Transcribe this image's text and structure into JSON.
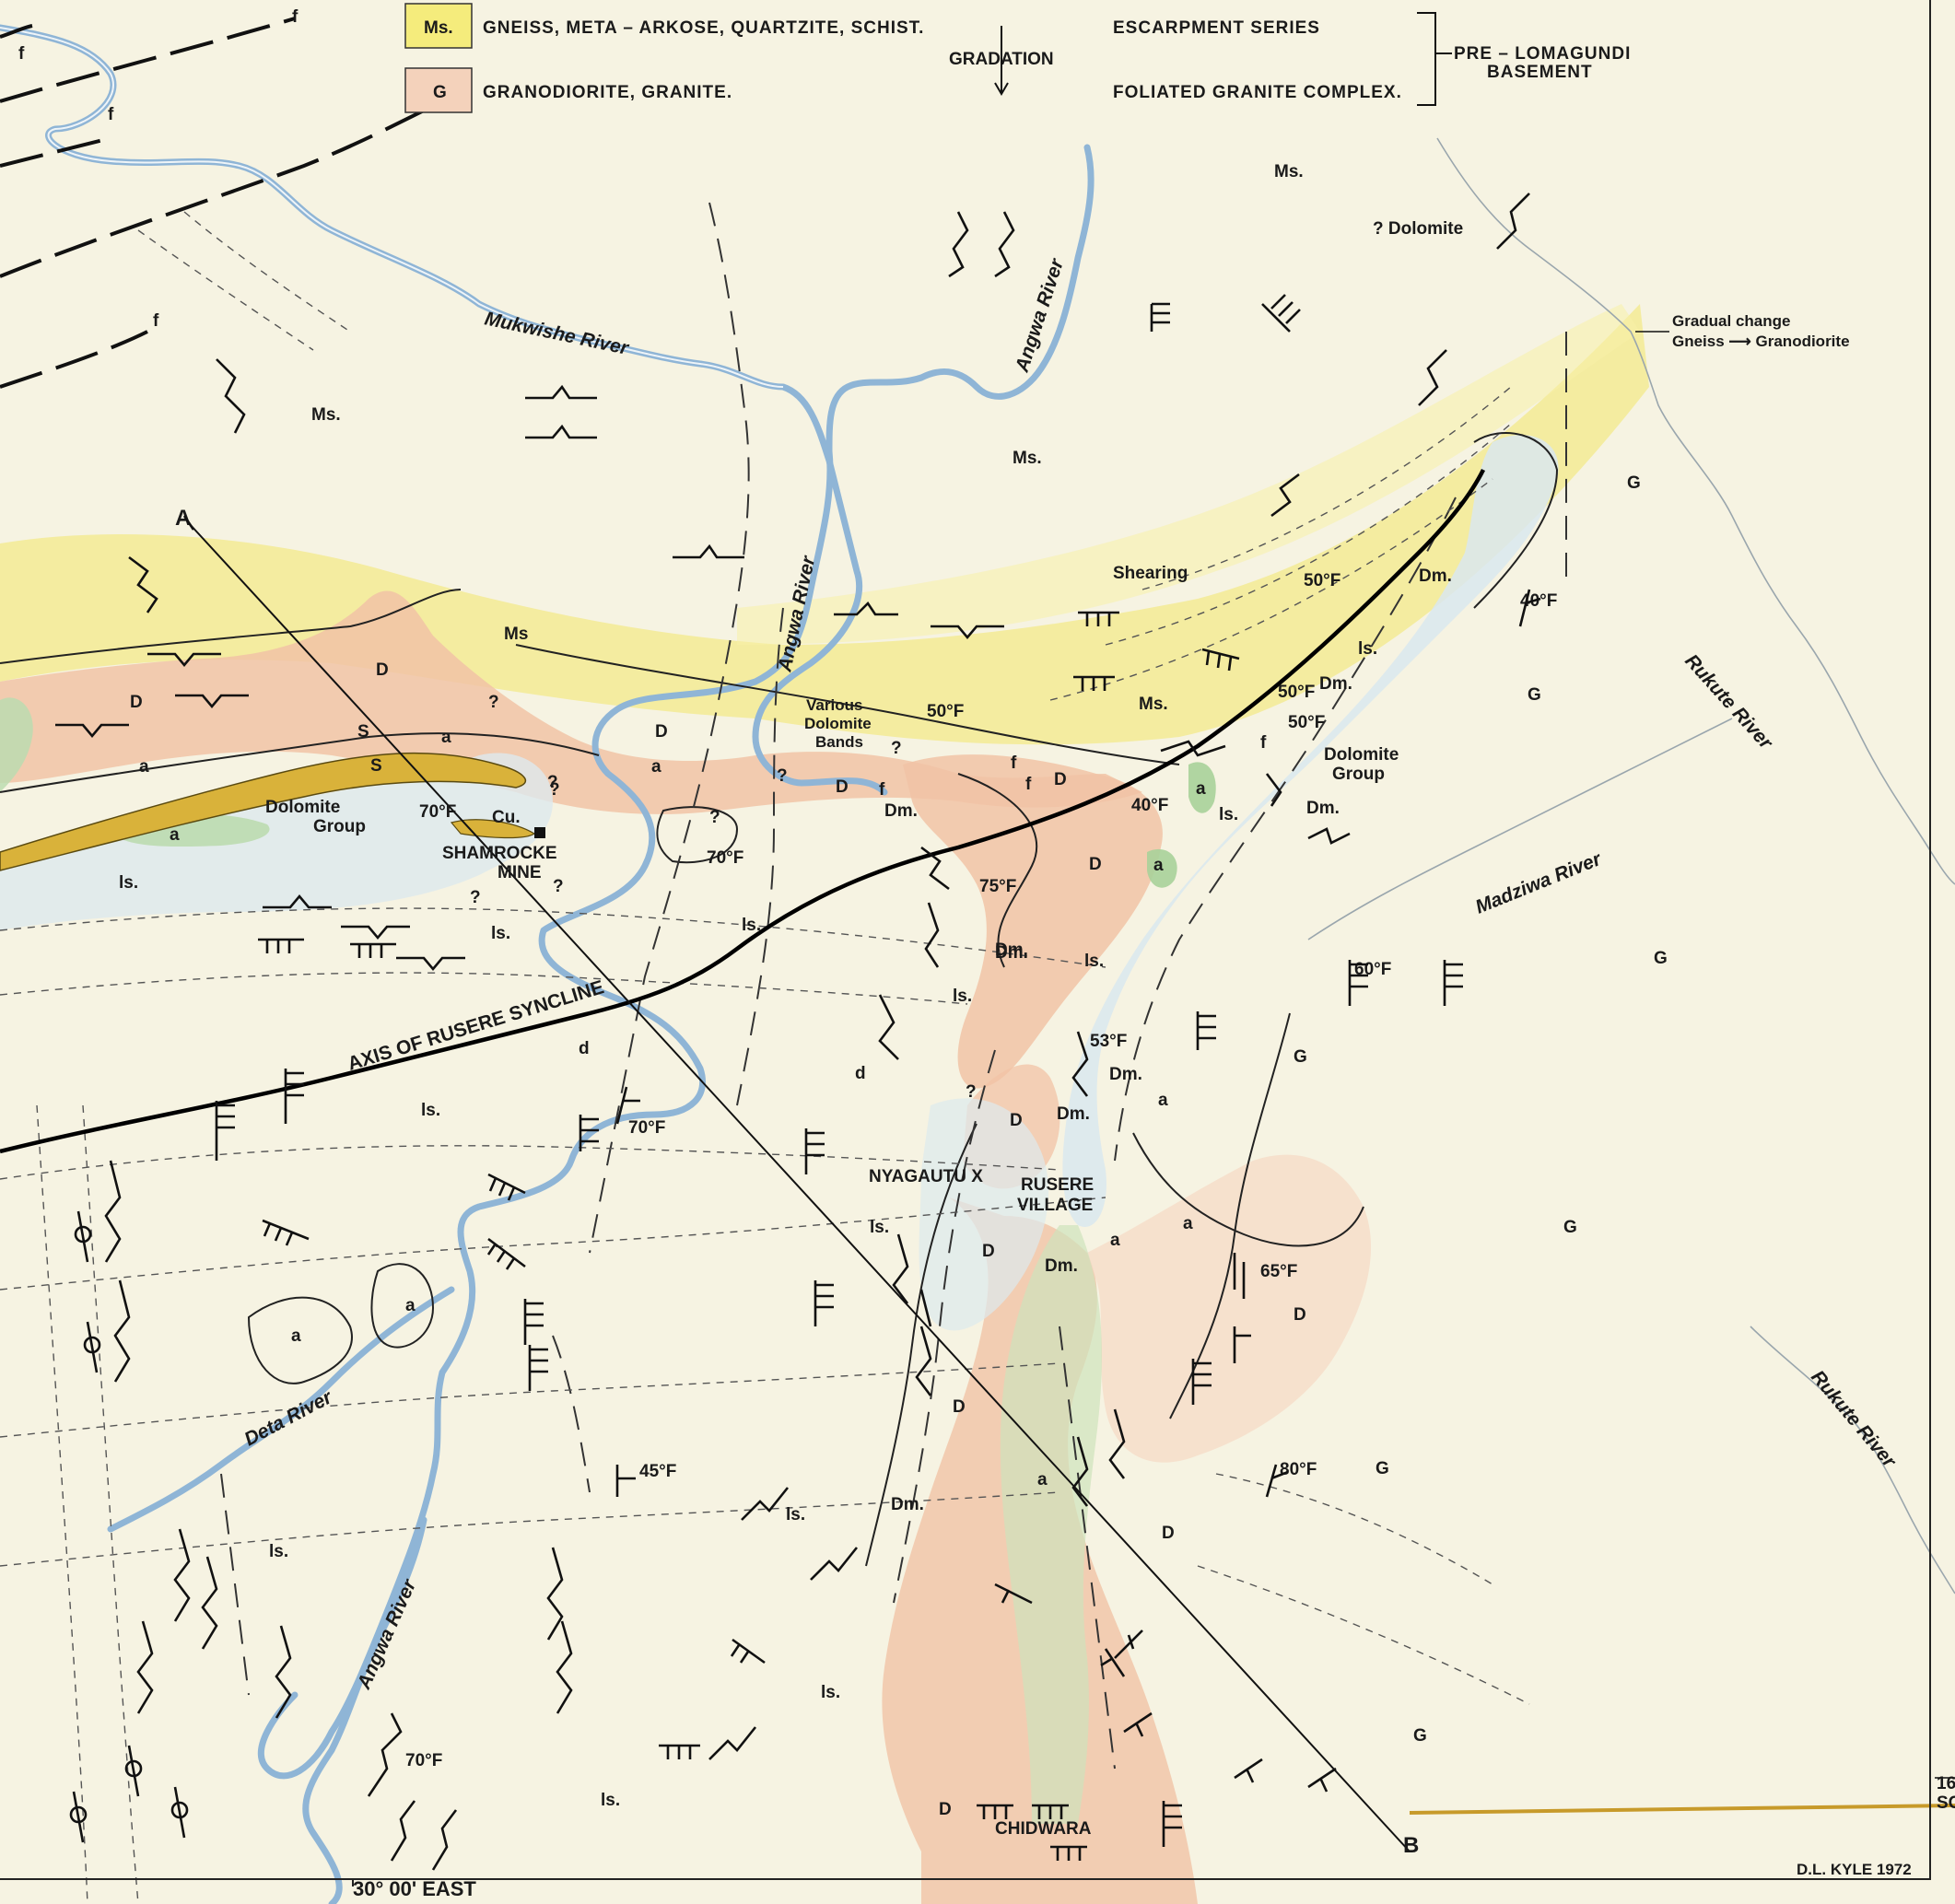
{
  "legend": {
    "items": [
      {
        "code": "Ms.",
        "color": "#f5ec7c",
        "text": "GNEISS, META – ARKOSE, QUARTZITE, SCHIST.",
        "series": "ESCARPMENT SERIES"
      },
      {
        "code": "G",
        "color": "#f4d2bb",
        "text": "GRANODIORITE, GRANITE.",
        "series": "FOLIATED GRANITE COMPLEX."
      }
    ],
    "gradation": "GRADATION",
    "basement_line1": "PRE – LOMAGUNDI",
    "basement_line2": "BASEMENT"
  },
  "colors": {
    "paper": "#f6f3e2",
    "gneiss": "#f3ea8a",
    "granodiorite": "#f1c3a6",
    "dolomite": "#d9e8ef",
    "amphibolite": "#bcdcb0",
    "river": "#8fb5d6"
  },
  "rivers": {
    "mukwishe": "Mukwishe River",
    "angwa_north": "Angwa River",
    "angwa_mid": "Angwa River",
    "angwa_south": "Angwa River",
    "deta": "Deta River",
    "rukute_1": "Rukute River",
    "rukute_2": "Rukute River",
    "madziwa": "Madziwa River"
  },
  "places": {
    "shamrocke_1": "SHAMROCKE",
    "shamrocke_2": "MINE",
    "nyagautu": "NYAGAUTU X",
    "rusere_1": "RUSERE",
    "rusere_2": "VILLAGE",
    "chidwara": "CHIDWARA",
    "cu": "Cu."
  },
  "annotations": {
    "axis": "AXIS  OF  RUSERE  SYNCLINE",
    "shearing": "Shearing",
    "dolomite_q": "? Dolomite",
    "gradual_1": "Gradual  change",
    "gradual_2": "Gneiss ⟶ Granodiorite",
    "various_1": "Various",
    "various_2": "Dolomite",
    "various_3": "Bands",
    "dolgroup_w1": "Dolomite",
    "dolgroup_w2": "Group",
    "dolgroup_e1": "Dolomite",
    "dolgroup_e2": "Group",
    "longitude": "30° 00' EAST",
    "author": "D.L. KYLE  1972",
    "section_a": "A",
    "section_b": "B",
    "edge_1": "16",
    "edge_2": "SC"
  },
  "dips": [
    "50°F",
    "50°F",
    "40°F",
    "70°F",
    "50°F",
    "50°F",
    "40°F",
    "75°F",
    "70°F",
    "60°F",
    "53°F",
    "70°F",
    "65°F",
    "45°F",
    "80°F",
    "70°F"
  ],
  "units": [
    "Ms.",
    "Ms.",
    "Ms.",
    "Ms",
    "Ms.",
    "D",
    "D",
    "D",
    "D",
    "D",
    "D",
    "D",
    "D",
    "D",
    "D",
    "D",
    "D",
    "a",
    "a",
    "a",
    "a",
    "a",
    "a",
    "a",
    "a",
    "a",
    "a",
    "a",
    "a",
    "ls.",
    "ls.",
    "ls.",
    "ls.",
    "ls.",
    "ls.",
    "ls.",
    "ls.",
    "ls.",
    "ls.",
    "ls.",
    "ls.",
    "ls.",
    "Dm.",
    "Dm.",
    "Dm.",
    "Dm.",
    "Dm.",
    "Dm.",
    "Dm.",
    "Dm.",
    "Dm.",
    "Dm.",
    "G",
    "G",
    "G",
    "G",
    "G",
    "G",
    "G",
    "d",
    "d",
    "f",
    "f",
    "f",
    "f",
    "f",
    "f",
    "f",
    "f",
    "S",
    "S",
    "?",
    "?",
    "?",
    "?",
    "?",
    "?",
    "?",
    "?",
    "?"
  ]
}
